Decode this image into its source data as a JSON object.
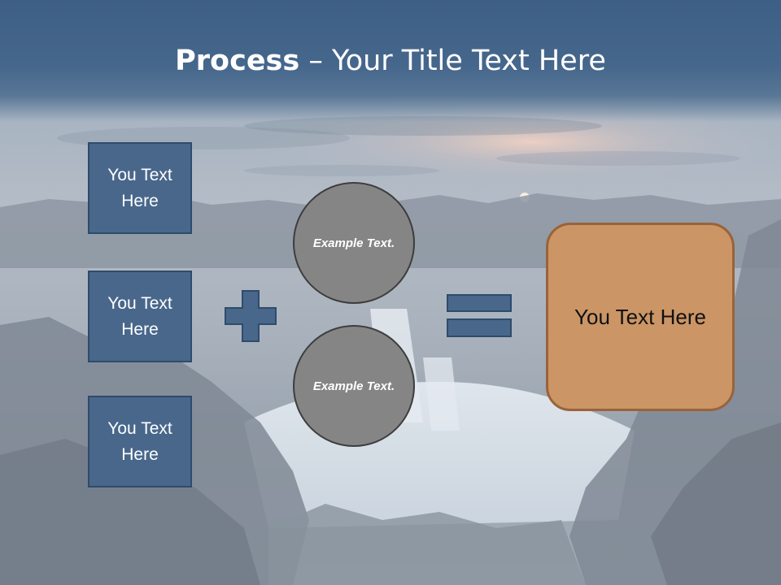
{
  "title": {
    "bold": "Process",
    "rest": " – Your Title Text Here"
  },
  "left_boxes": [
    {
      "label": "You Text Here"
    },
    {
      "label": "You Text Here"
    },
    {
      "label": "You Text Here"
    }
  ],
  "circles": [
    {
      "label": "Example Text."
    },
    {
      "label": "Example Text."
    }
  ],
  "result": {
    "label": "You Text Here"
  },
  "icons": {
    "operator_1": "plus-icon",
    "operator_2": "equals-icon"
  },
  "colors": {
    "header": "#46678c",
    "box_fill": "#48678b",
    "circle_fill": "#858585",
    "result_fill": "#cc9566",
    "result_border": "#99633a"
  }
}
